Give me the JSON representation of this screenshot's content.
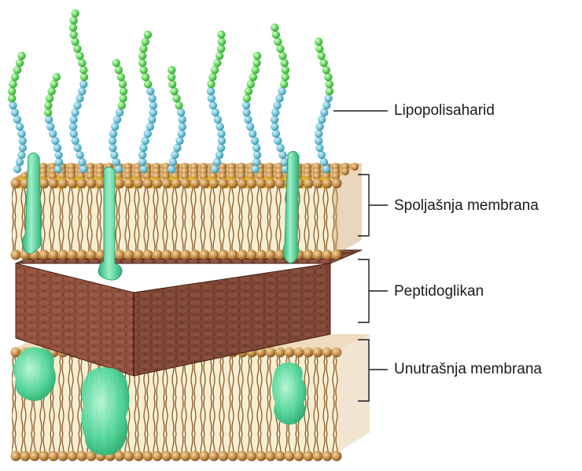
{
  "labels": {
    "lps": "Lipopolisaharid",
    "outer_membrane": "Spoljašnja membrana",
    "peptidoglycan": "Peptidoglikan",
    "inner_membrane": "Unutrašnja membrana"
  },
  "colors": {
    "head": "#c8914a",
    "tail": "#8a5a2c",
    "core_sugar": "#f2c418",
    "lps_inner_chain": "#6ec2d8",
    "lps_outer_chain": "#5fd35a",
    "protein": "#4fd59a",
    "peptidoglycan": "#7a4232"
  }
}
